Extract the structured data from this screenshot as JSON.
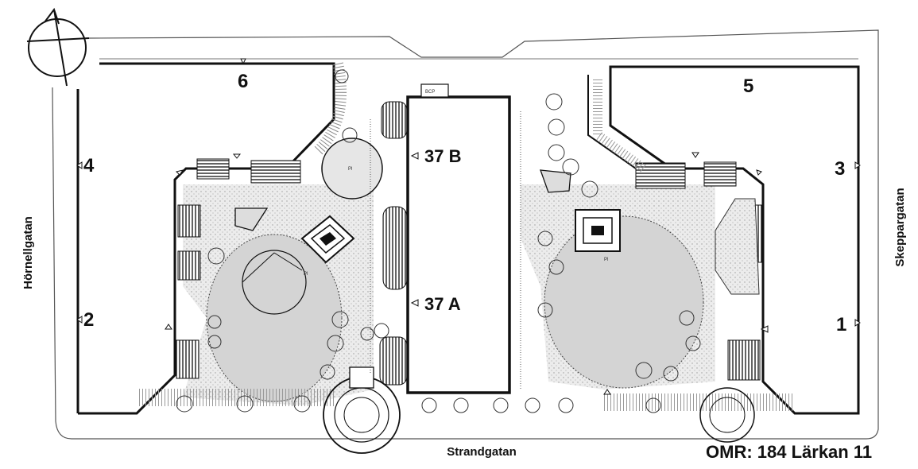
{
  "title": "OMR: 184 Lärkan 11",
  "streets": {
    "left": "Hörnellgatan",
    "right": "Skeppargatan",
    "bottom": "Strandgatan"
  },
  "buildings": {
    "b1": "1",
    "b2": "2",
    "b3": "3",
    "b4": "4",
    "b5": "5",
    "b6": "6",
    "b37a": "37 A",
    "b37b": "37 B"
  },
  "plan_labels": {
    "pl_circle_top": "Pl",
    "pl_left": "Pl",
    "pl_right": "Pl",
    "bcp": "BCP"
  },
  "colors": {
    "ink": "#111111",
    "lawn": "#d9d9d9",
    "paper": "#ffffff"
  },
  "icons": {
    "north_arrow": "compass-north-arrow-icon",
    "entrance": "entrance-triangle-icon"
  }
}
